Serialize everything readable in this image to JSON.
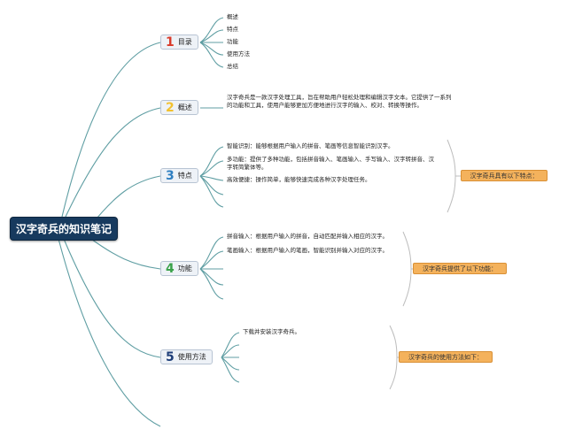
{
  "root": "汉字奇兵的知识笔记",
  "colors": {
    "edge": "#5f9ea3",
    "bracket": "#bdbdbd",
    "root_bg": "#173a5e",
    "summary_bg": "#f4b25c"
  },
  "branches": [
    {
      "num": "1",
      "num_color": "#d93a2a",
      "label": "目录",
      "children": [
        "概述",
        "特点",
        "功能",
        "使用方法",
        "总结"
      ]
    },
    {
      "num": "2",
      "num_color": "#f2c12e",
      "label": "概述",
      "text": "汉字奇兵是一款汉字处理工具，旨在帮助用户轻松处理和编辑汉字文本。它提供了一系列的功能和工具，使用户能够更加方便地进行汉字的输入、校对、转换等操作。"
    },
    {
      "num": "3",
      "num_color": "#2f7fc1",
      "label": "特点",
      "children": [
        "智能识别：能够根据用户输入的拼音、笔画等信息智能识别汉字。",
        "多功能：提供了多种功能，包括拼音输入、笔画输入、手写输入、汉字转拼音、汉字转简繁体等。",
        "高效便捷：操作简单，能够快速完成各种汉字处理任务。"
      ],
      "summary": "汉字奇兵具有以下特点："
    },
    {
      "num": "4",
      "num_color": "#3aa24a",
      "label": "功能",
      "children": [
        "拼音输入：根据用户输入的拼音，自动匹配并输入相应的汉字。",
        "笔画输入：根据用户输入的笔画，智能识别并输入对应的汉字。"
      ],
      "summary": "汉字奇兵提供了以下功能："
    },
    {
      "num": "5",
      "num_color": "#1f3f7a",
      "label": "使用方法",
      "children": [
        "下载并安装汉字奇兵。"
      ],
      "summary": "汉字奇兵的使用方法如下："
    }
  ]
}
